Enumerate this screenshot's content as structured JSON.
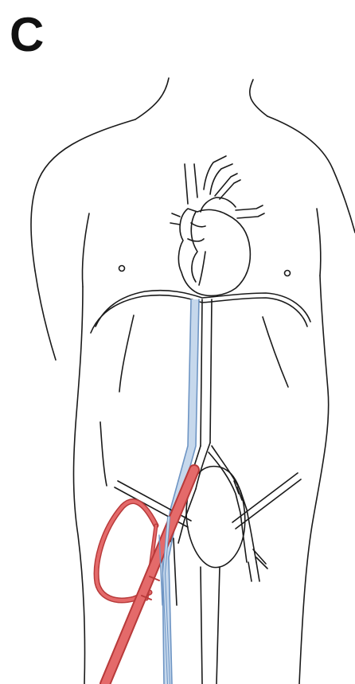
{
  "panel": {
    "label": "C"
  },
  "colors": {
    "outline": "#1a1a1a",
    "artery_fill": "#e46a6a",
    "artery_stroke": "#b83a3a",
    "vein_fill": "#c6d8ec",
    "vein_stroke": "#6e95c4",
    "background": "#ffffff"
  },
  "icons": {
    "torso": "torso-outline",
    "heart": "heart-icon",
    "aorta": "aorta-vessel",
    "vena_cava": "vena-cava-vessel",
    "graft": "femoral-graft",
    "cannula": "cannula-tube"
  }
}
